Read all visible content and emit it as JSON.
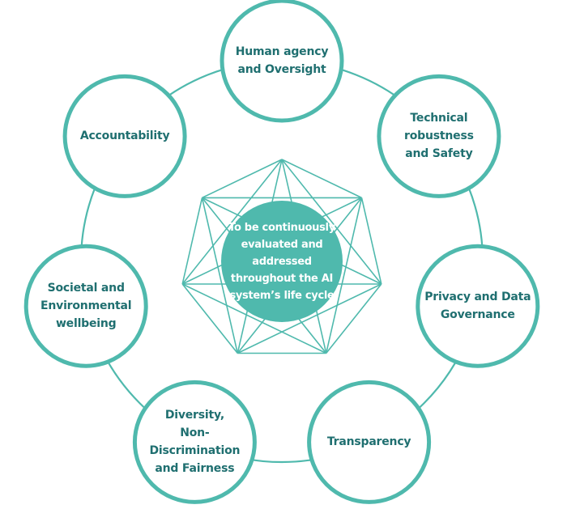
{
  "diagram": {
    "accent_color": "#4fb9ad",
    "text_color": "#1f6f70",
    "center": {
      "lines": [
        "To be continuously",
        "evaluated and",
        "addressed throughout",
        "the AI system’s",
        "life cycle"
      ]
    },
    "nodes": [
      {
        "id": "human-agency",
        "lines": [
          "Human agency",
          "and Oversight"
        ]
      },
      {
        "id": "technical-robustness",
        "lines": [
          "Technical robustness",
          "and Safety"
        ]
      },
      {
        "id": "privacy",
        "lines": [
          "Privacy and Data",
          "Governance"
        ]
      },
      {
        "id": "transparency",
        "lines": [
          "Transparency"
        ]
      },
      {
        "id": "diversity",
        "lines": [
          "Diversity,",
          "Non-Discrimination",
          "and Fairness"
        ]
      },
      {
        "id": "societal",
        "lines": [
          "Societal and",
          "Environmental",
          "wellbeing"
        ]
      },
      {
        "id": "accountability",
        "lines": [
          "Accountability"
        ]
      }
    ]
  }
}
